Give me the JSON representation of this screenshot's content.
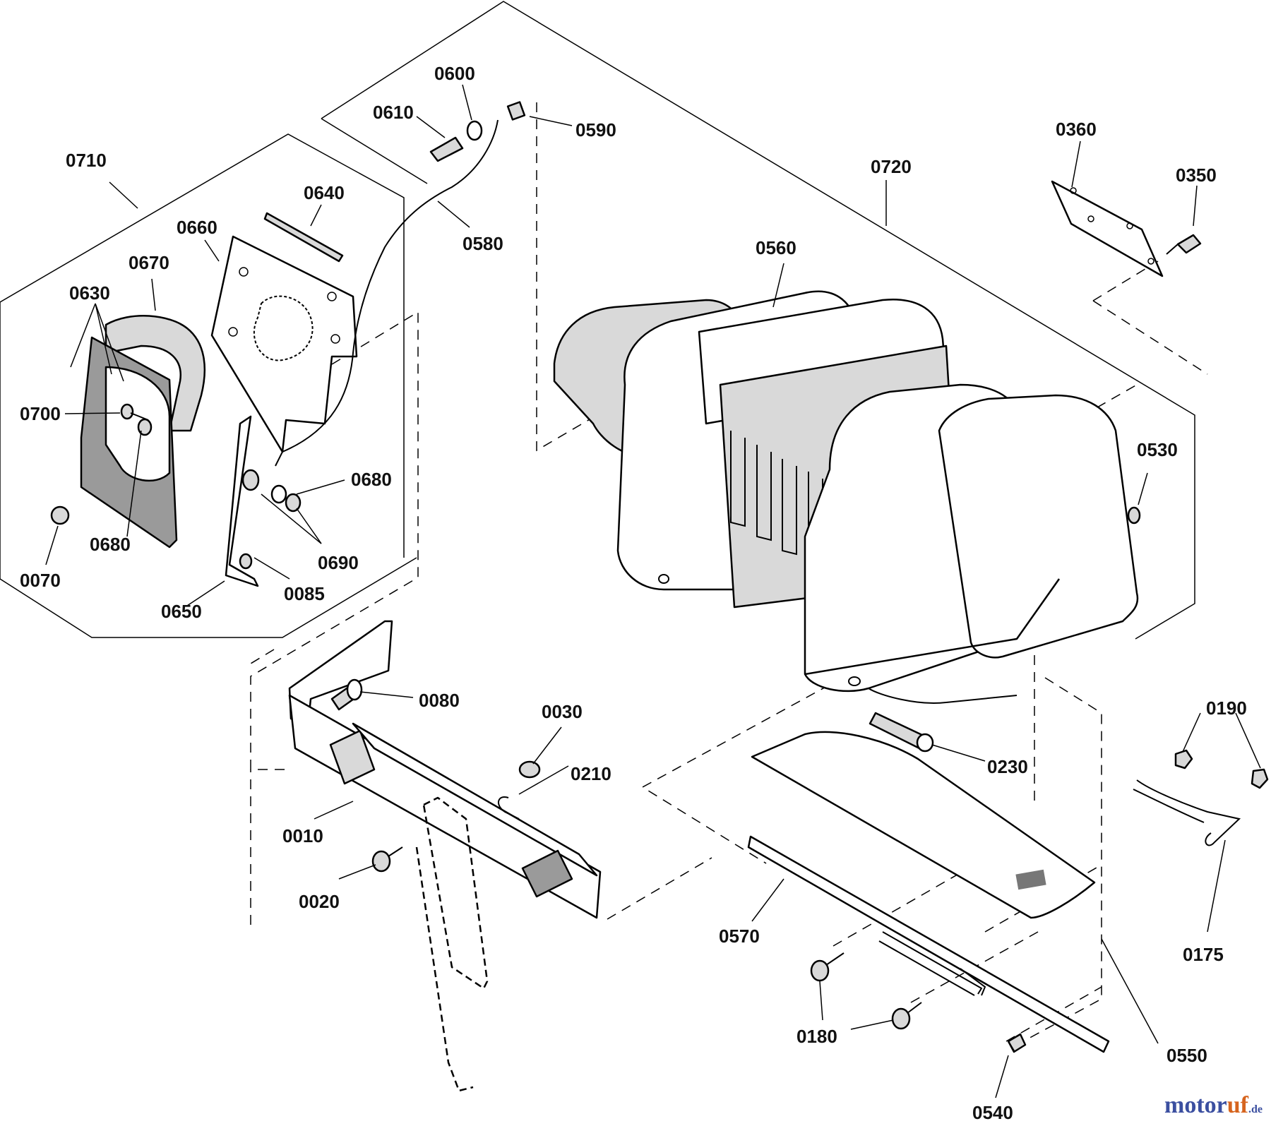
{
  "watermark": {
    "brand_main": "motor",
    "brand_accent": "uf",
    "tld": ".de"
  },
  "labels": [
    {
      "id": "0600",
      "text": "0600"
    },
    {
      "id": "0610",
      "text": "0610"
    },
    {
      "id": "0590",
      "text": "0590"
    },
    {
      "id": "0710",
      "text": "0710"
    },
    {
      "id": "0640",
      "text": "0640"
    },
    {
      "id": "0580",
      "text": "0580"
    },
    {
      "id": "0660",
      "text": "0660"
    },
    {
      "id": "0670",
      "text": "0670"
    },
    {
      "id": "0630",
      "text": "0630"
    },
    {
      "id": "0700",
      "text": "0700"
    },
    {
      "id": "0680a",
      "text": "0680"
    },
    {
      "id": "0680b",
      "text": "0680"
    },
    {
      "id": "0690",
      "text": "0690"
    },
    {
      "id": "0070",
      "text": "0070"
    },
    {
      "id": "0085",
      "text": "0085"
    },
    {
      "id": "0650",
      "text": "0650"
    },
    {
      "id": "0720",
      "text": "0720"
    },
    {
      "id": "0360",
      "text": "0360"
    },
    {
      "id": "0350",
      "text": "0350"
    },
    {
      "id": "0560",
      "text": "0560"
    },
    {
      "id": "0530",
      "text": "0530"
    },
    {
      "id": "0080",
      "text": "0080"
    },
    {
      "id": "0030",
      "text": "0030"
    },
    {
      "id": "0210",
      "text": "0210"
    },
    {
      "id": "0010",
      "text": "0010"
    },
    {
      "id": "0020",
      "text": "0020"
    },
    {
      "id": "0230",
      "text": "0230"
    },
    {
      "id": "0190",
      "text": "0190"
    },
    {
      "id": "0570",
      "text": "0570"
    },
    {
      "id": "0175",
      "text": "0175"
    },
    {
      "id": "0180",
      "text": "0180"
    },
    {
      "id": "0550",
      "text": "0550"
    },
    {
      "id": "0540",
      "text": "0540"
    }
  ]
}
